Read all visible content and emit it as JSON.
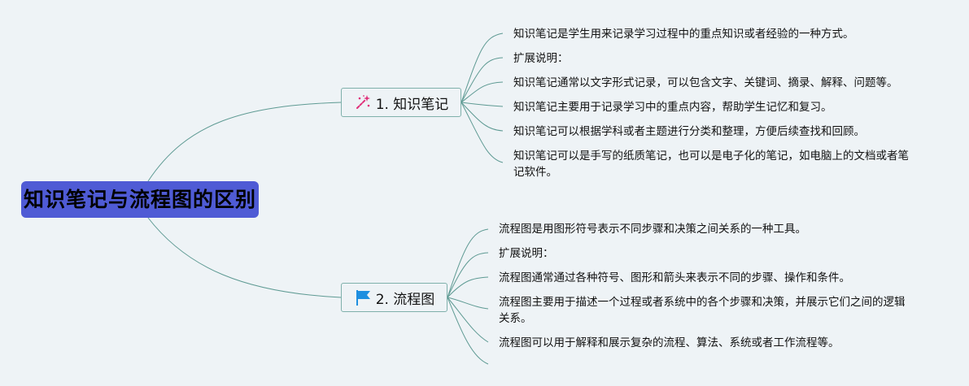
{
  "root": {
    "title": "知识笔记与流程图的区别"
  },
  "branches": [
    {
      "icon": "magic-wand-icon",
      "label": "1. 知识笔记",
      "items": [
        "知识笔记是学生用来记录学习过程中的重点知识或者经验的一种方式。",
        "扩展说明：",
        "知识笔记通常以文字形式记录，可以包含文字、关键词、摘录、解释、问题等。",
        "知识笔记主要用于记录学习中的重点内容，帮助学生记忆和复习。",
        "知识笔记可以根据学科或者主题进行分类和整理，方便后续查找和回顾。",
        "知识笔记可以是手写的纸质笔记，也可以是电子化的笔记，如电脑上的文档或者笔记软件。"
      ]
    },
    {
      "icon": "flag-icon",
      "label": "2. 流程图",
      "items": [
        "流程图是用图形符号表示不同步骤和决策之间关系的一种工具。",
        "扩展说明：",
        "流程图通常通过各种符号、图形和箭头来表示不同的步骤、操作和条件。",
        "流程图主要用于描述一个过程或者系统中的各个步骤和决策，并展示它们之间的逻辑关系。",
        "流程图可以用于解释和展示复杂的流程、算法、系统或者工作流程等。"
      ]
    }
  ],
  "colors": {
    "background": "#eef3f6",
    "root_fill": "#4f5bd5",
    "connector": "#5e9a93",
    "icon_pink": "#e0307a",
    "icon_blue": "#1e8fe0"
  }
}
